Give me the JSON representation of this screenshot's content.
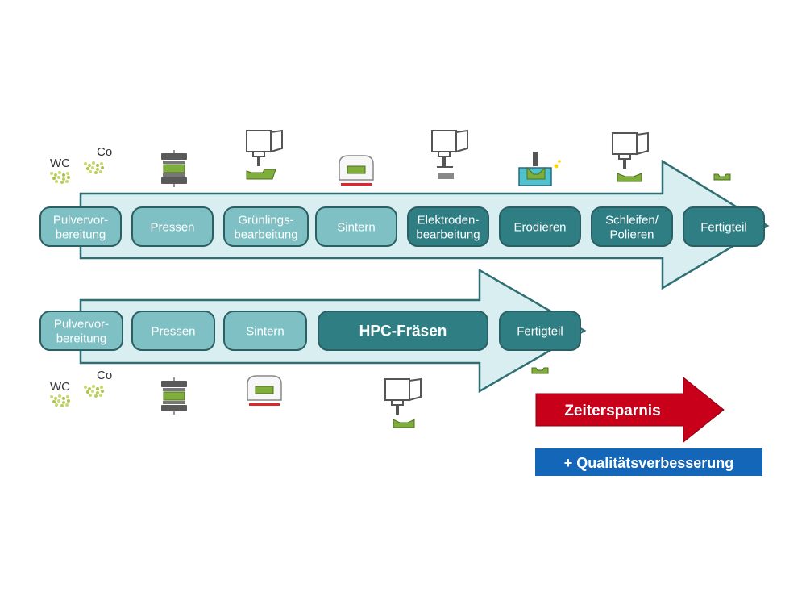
{
  "top_row": {
    "steps": [
      {
        "lines": [
          "Pulvervor-",
          "bereitung"
        ],
        "style": "light"
      },
      {
        "lines": [
          "Pressen"
        ],
        "style": "light"
      },
      {
        "lines": [
          "Grünlings-",
          "bearbeitung"
        ],
        "style": "light"
      },
      {
        "lines": [
          "Sintern"
        ],
        "style": "light"
      },
      {
        "lines": [
          "Elektroden-",
          "bearbeitung"
        ],
        "style": "dark"
      },
      {
        "lines": [
          "Erodieren"
        ],
        "style": "dark"
      },
      {
        "lines": [
          "Schleifen/",
          "Polieren"
        ],
        "style": "dark"
      },
      {
        "lines": [
          "Fertigteil"
        ],
        "style": "dark"
      }
    ],
    "material_labels": {
      "wc": "WC",
      "co": "Co"
    }
  },
  "bottom_row": {
    "steps": [
      {
        "lines": [
          "Pulvervor-",
          "bereitung"
        ],
        "style": "light"
      },
      {
        "lines": [
          "Pressen"
        ],
        "style": "light"
      },
      {
        "lines": [
          "Sintern"
        ],
        "style": "light"
      },
      {
        "lines": [
          "HPC-Fräsen"
        ],
        "style": "dark",
        "bold": true
      },
      {
        "lines": [
          "Fertigteil"
        ],
        "style": "dark"
      }
    ],
    "material_labels": {
      "wc": "WC",
      "co": "Co"
    }
  },
  "benefits": {
    "time_saving": "Zeitersparnis",
    "quality": "+ Qualitätsverbesserung"
  },
  "colors": {
    "arrow_fill": "#d9eef0",
    "arrow_stroke": "#2f6f73",
    "step_light": "#7fc0c4",
    "step_dark": "#2f7e84",
    "step_text": "#ffffff",
    "red_arrow": "#c8001a",
    "blue_box": "#1466b8",
    "accent_green": "#8ab33a",
    "accent_red": "#e0262b",
    "machine_gray": "#666666"
  },
  "icons": {
    "top": [
      "powder-icon",
      "press-icon",
      "milling-machine-icon",
      "sintering-furnace-icon",
      "milling-machine-icon",
      "edm-bath-icon",
      "grinding-machine-icon",
      "finished-part-icon"
    ],
    "bottom": [
      "powder-icon",
      "press-icon",
      "sintering-furnace-icon",
      "milling-machine-icon",
      "finished-part-icon"
    ]
  }
}
